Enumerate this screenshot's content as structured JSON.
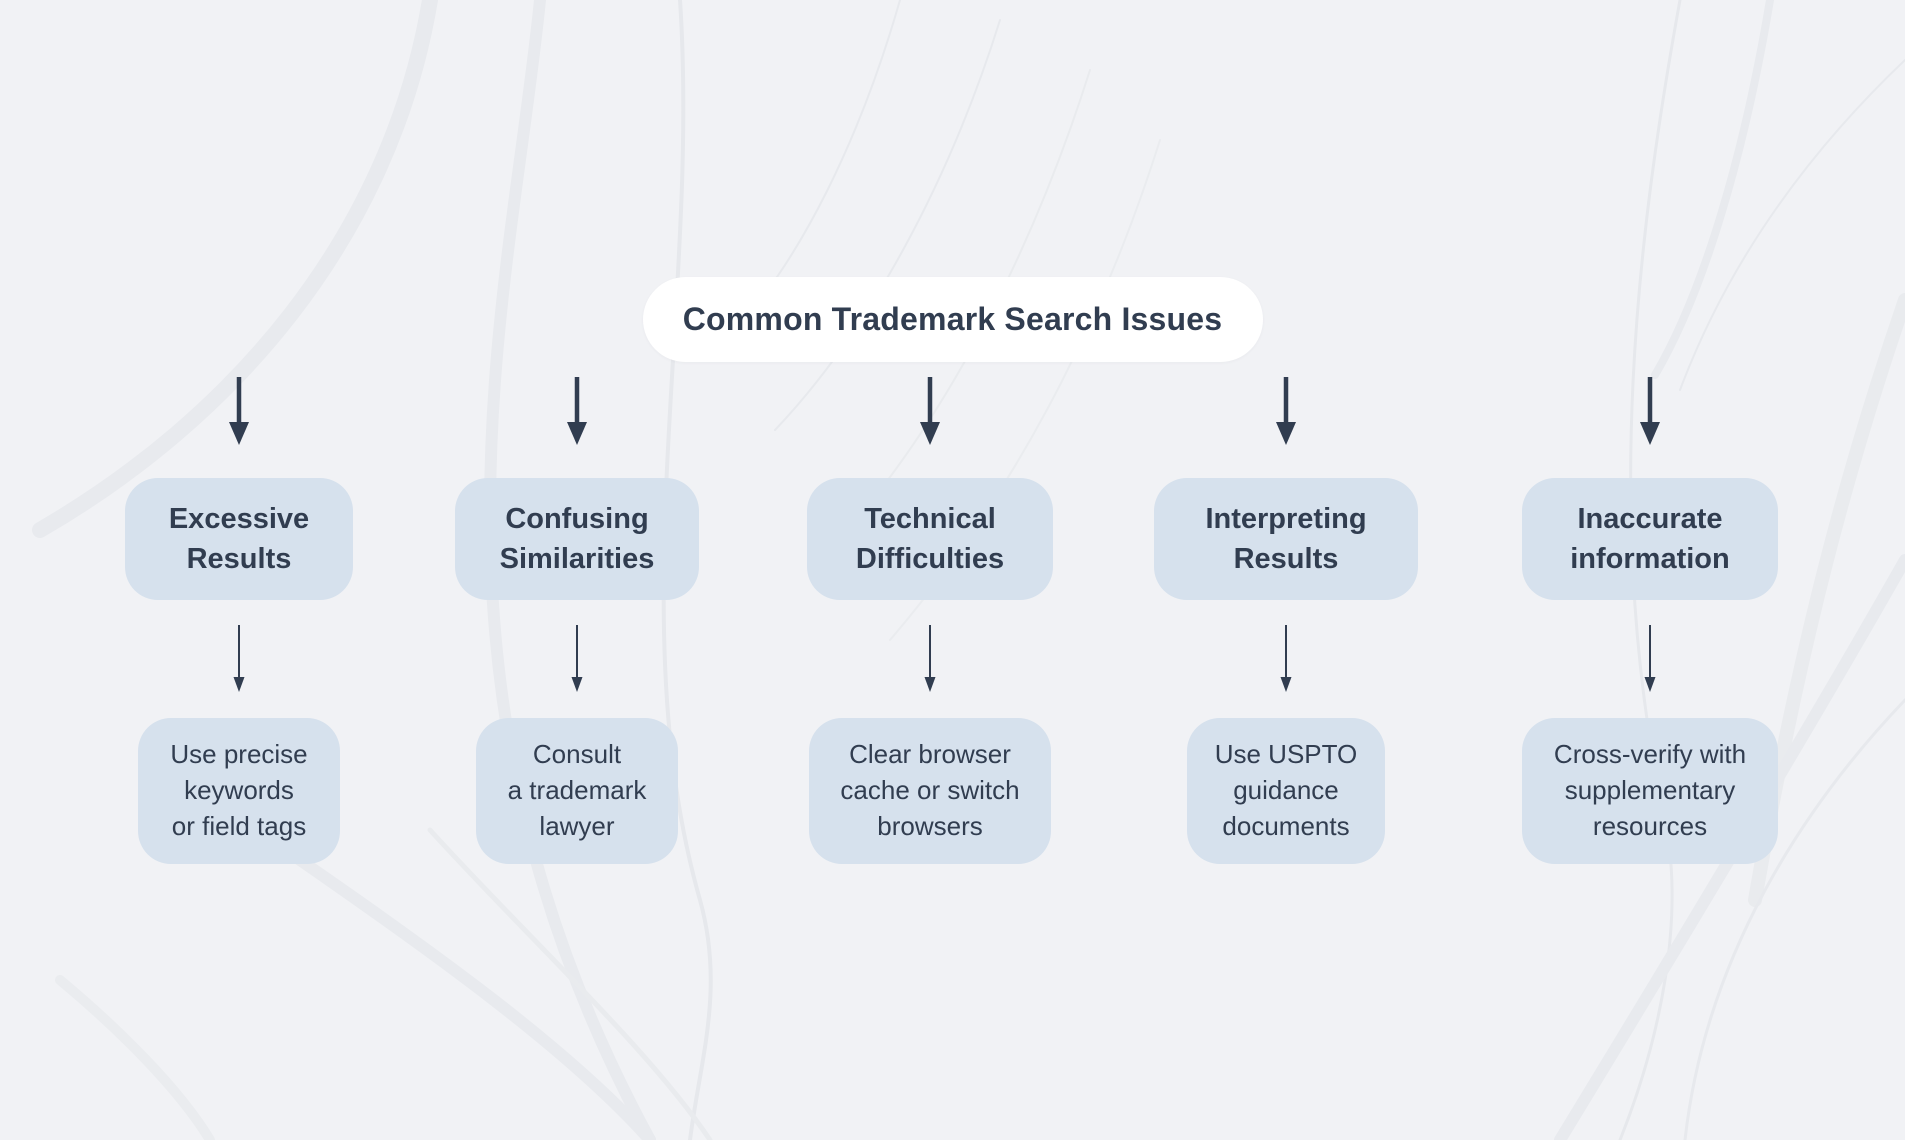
{
  "title": "Common Trademark Search Issues",
  "columns": [
    {
      "issue": [
        "Excessive",
        "Results"
      ],
      "solution": [
        "Use precise",
        "keywords",
        "or field tags"
      ]
    },
    {
      "issue": [
        "Confusing",
        "Similarities"
      ],
      "solution": [
        "Consult",
        "a trademark",
        "lawyer"
      ]
    },
    {
      "issue": [
        "Technical",
        "Difficulties"
      ],
      "solution": [
        "Clear browser",
        "cache or switch",
        "browsers"
      ]
    },
    {
      "issue": [
        "Interpreting",
        "Results"
      ],
      "solution": [
        "Use USPTO",
        "guidance",
        "documents"
      ]
    },
    {
      "issue": [
        "Inaccurate",
        "information"
      ],
      "solution": [
        "Cross-verify with",
        "supplementary",
        "resources"
      ]
    }
  ],
  "icons": {
    "connector": "arrow-down-icon"
  },
  "colors": {
    "background": "#f1f2f5",
    "node_fill": "#d6e1ed",
    "title_fill": "#ffffff",
    "ink": "#313d50"
  }
}
